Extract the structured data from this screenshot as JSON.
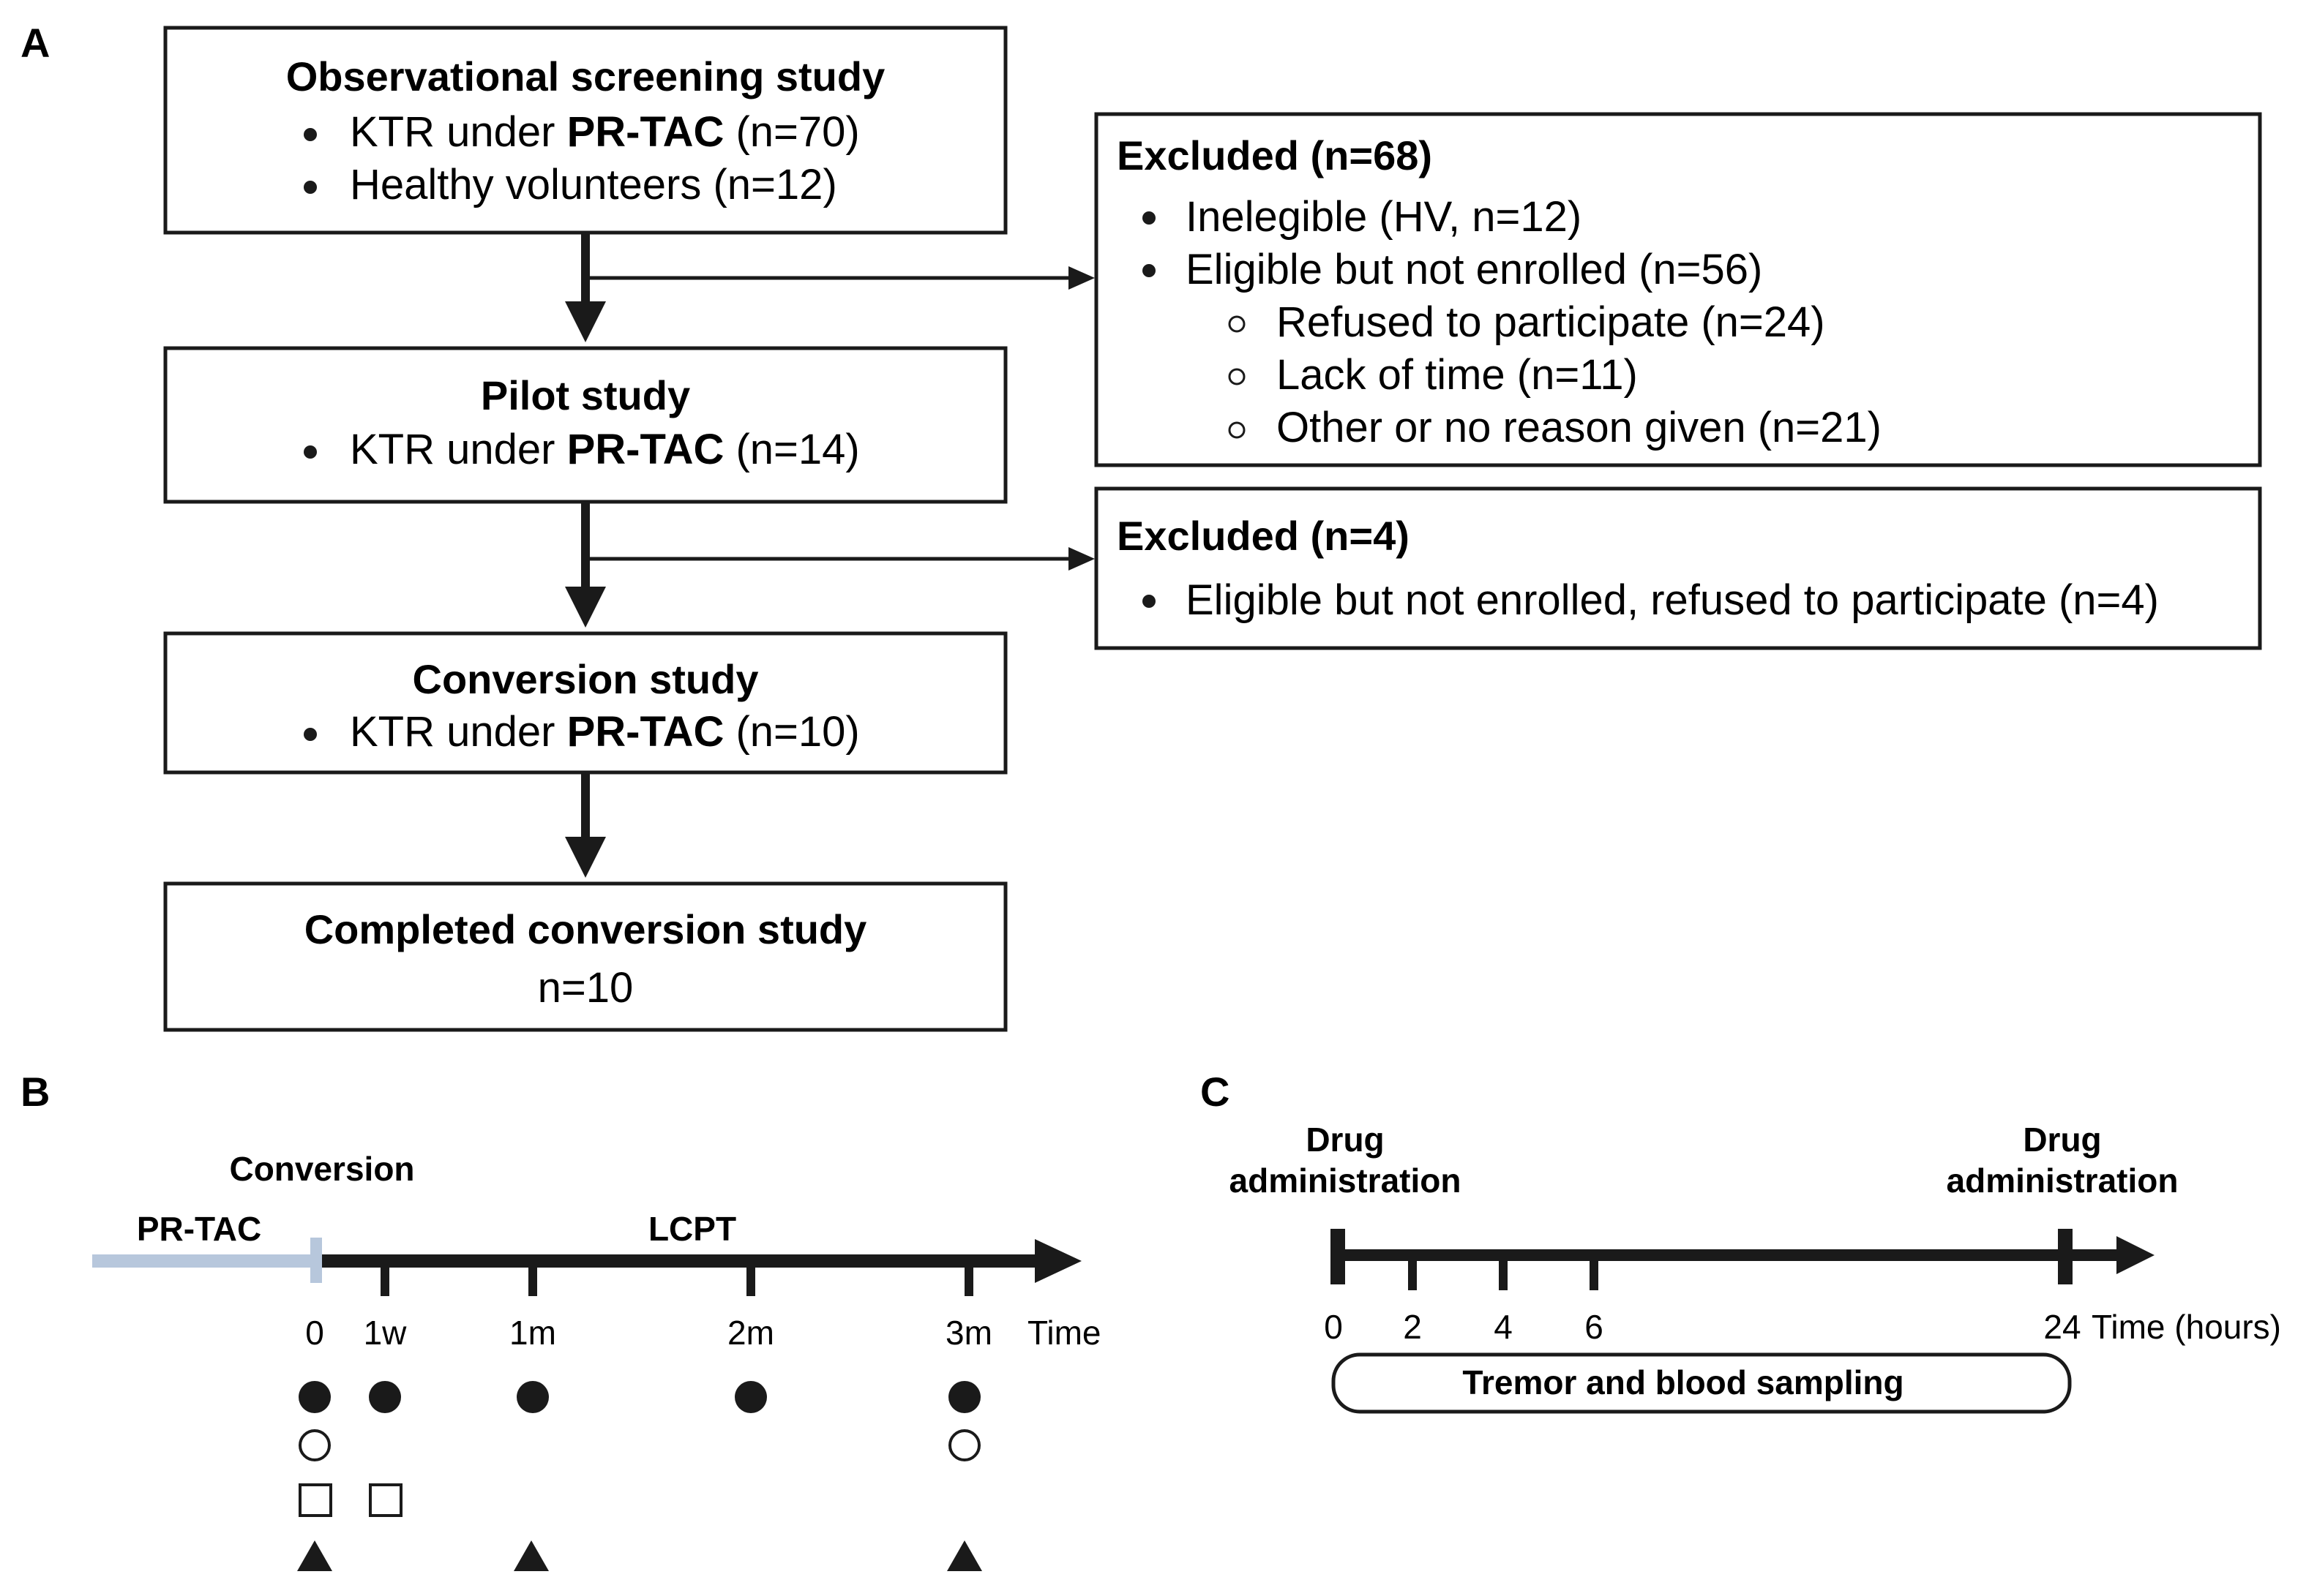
{
  "panels": {
    "a": "A",
    "b": "B",
    "c": "C"
  },
  "flow": {
    "box1": {
      "title": "Observational screening study",
      "item1_prefix": "KTR under ",
      "item1_bold": "PR-TAC",
      "item1_suffix": " (n=70)",
      "item2": "Healthy volunteers (n=12)"
    },
    "box2": {
      "title": "Pilot study",
      "item1_prefix": "KTR under ",
      "item1_bold": "PR-TAC",
      "item1_suffix": " (n=14)"
    },
    "box3": {
      "title": "Conversion study",
      "item1_prefix": "KTR under ",
      "item1_bold": "PR-TAC",
      "item1_suffix": " (n=10)"
    },
    "box4": {
      "title": "Completed conversion study",
      "line2": "n=10"
    },
    "excluded1": {
      "title": "Excluded (n=68)",
      "items": [
        "Inelegible (HV, n=12)",
        "Eligible but not enrolled (n=56)"
      ],
      "subitems": [
        "Refused to participate (n=24)",
        "Lack of time (n=11)",
        "Other or no reason given (n=21)"
      ]
    },
    "excluded2": {
      "title": "Excluded (n=4)",
      "items": [
        "Eligible but not enrolled, refused to participate (n=4)"
      ]
    }
  },
  "timeline_b": {
    "conversion_label": "Conversion",
    "pre_label": "PR-TAC",
    "post_label": "LCPT",
    "ticks": [
      "0",
      "1w",
      "1m",
      "2m",
      "3m"
    ],
    "time_label": "Time",
    "filled_circle_at": [
      "0",
      "1w",
      "1m",
      "2m",
      "3m"
    ],
    "open_circle_at": [
      "0",
      "3m"
    ],
    "open_square_at": [
      "0",
      "1w"
    ],
    "triangle_at": [
      "0",
      "1m",
      "3m"
    ],
    "colors": {
      "pre_segment": "#b7c7dc",
      "axis": "#1a1a1a"
    }
  },
  "timeline_c": {
    "start_label_line1": "Drug",
    "start_label_line2": "administration",
    "end_label_line1": "Drug",
    "end_label_line2": "administration",
    "ticks": [
      "0",
      "2",
      "4",
      "6",
      "24"
    ],
    "time_label": "Time (hours)",
    "sampling_label": "Tremor and blood sampling"
  }
}
